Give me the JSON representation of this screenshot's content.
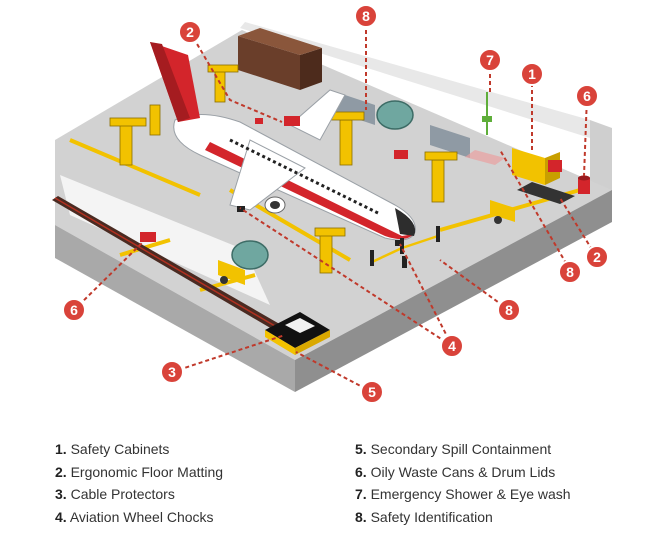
{
  "legend": {
    "left": [
      {
        "num": "1.",
        "label": "Safety Cabinets"
      },
      {
        "num": "2.",
        "label": "Ergonomic Floor Matting"
      },
      {
        "num": "3.",
        "label": "Cable Protectors"
      },
      {
        "num": "4.",
        "label": "Aviation Wheel Chocks"
      }
    ],
    "right": [
      {
        "num": "5.",
        "label": "Secondary Spill Containment"
      },
      {
        "num": "6.",
        "label": "Oily Waste Cans & Drum Lids"
      },
      {
        "num": "7.",
        "label": "Emergency Shower & Eye wash"
      },
      {
        "num": "8.",
        "label": "Safety Identification"
      }
    ]
  },
  "markers": [
    {
      "id": "1",
      "label": "1"
    },
    {
      "id": "2a",
      "label": "2"
    },
    {
      "id": "2b",
      "label": "2"
    },
    {
      "id": "3",
      "label": "3"
    },
    {
      "id": "4",
      "label": "4"
    },
    {
      "id": "5",
      "label": "5"
    },
    {
      "id": "6a",
      "label": "6"
    },
    {
      "id": "6b",
      "label": "6"
    },
    {
      "id": "7",
      "label": "7"
    },
    {
      "id": "8a",
      "label": "8"
    },
    {
      "id": "8b",
      "label": "8"
    },
    {
      "id": "8c",
      "label": "8"
    }
  ],
  "colors": {
    "marker_fill": "#d9433a",
    "leader_line": "#c0392b",
    "floor": "#d2d2d2",
    "floor_side": "#a9a9a9",
    "wall": "#e4e4e4",
    "safety_yellow": "#f2c200",
    "aircraft_red": "#d3252b"
  }
}
